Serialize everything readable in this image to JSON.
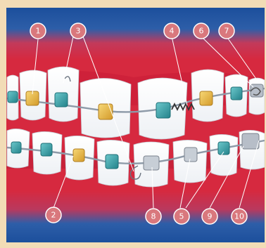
{
  "callouts": {
    "c1": "1",
    "c2": "2",
    "c3": "3",
    "c4": "4",
    "c5": "5",
    "c6": "6",
    "c7": "7",
    "c8": "8",
    "c9": "9",
    "c10": "10"
  },
  "colors": {
    "gum": "#d21f3a",
    "deep_blue": "#1b4f9a",
    "bracket_teal": "#2e9aa0",
    "bracket_gold": "#e6b43a",
    "callout_fill": "#d9787d"
  }
}
